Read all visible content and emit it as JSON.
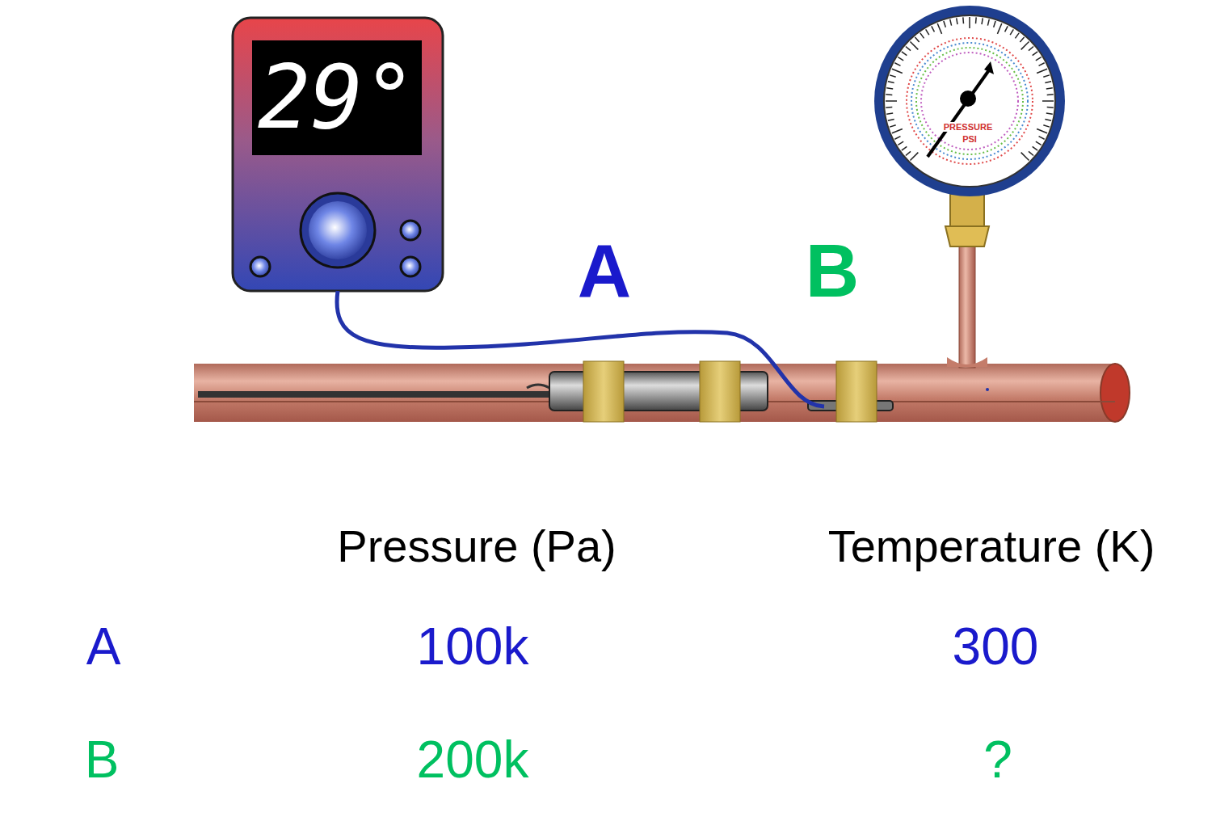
{
  "diagram": {
    "labels": [
      "29°",
      "PRESSURE",
      "PSI",
      "A",
      "B",
      "Pressure (Pa)",
      "Temperature (K)",
      "A",
      "100k",
      "300",
      "B",
      "200k",
      "?"
    ]
  }
}
